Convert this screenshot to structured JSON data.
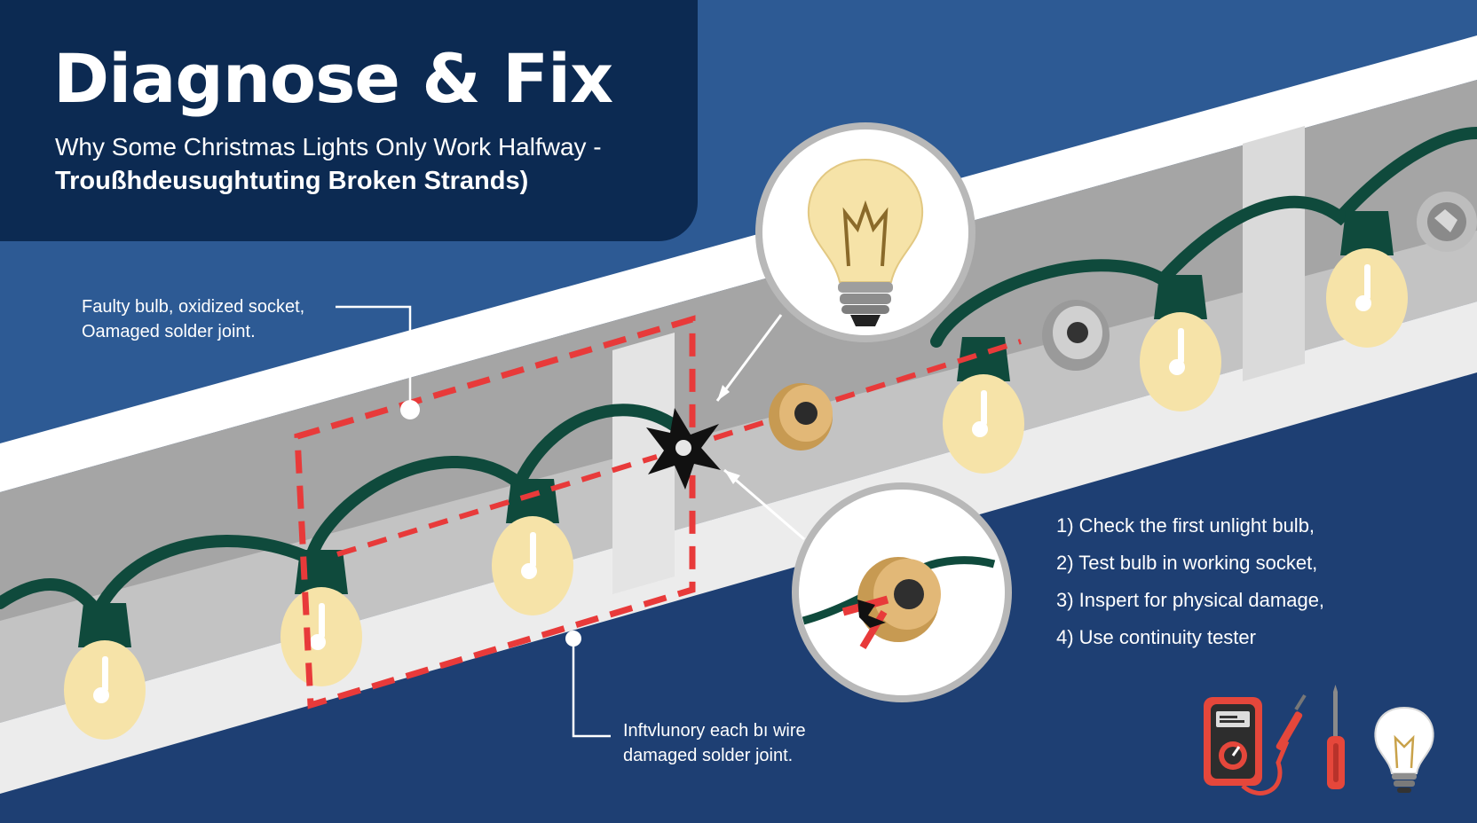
{
  "header": {
    "title": "Diagnose & Fix",
    "subtitle_line1": "Why Some Christmas Lights Only Work Halfway -",
    "subtitle_line2": "Troußhdeusughtuting Broken Strands)"
  },
  "callouts": {
    "top": {
      "line1": "Faulty bulb, oxidized socket,",
      "line2": "Oamaged solder joint."
    },
    "bottom": {
      "line1": "Inftvlunory each bı wire",
      "line2": "damaged solder joint."
    }
  },
  "steps": [
    "1) Check the first unlight bulb,",
    "2) Test bulb in working socket,",
    "3) Inspert for physical damage,",
    "4) Use continuity tester"
  ],
  "colors": {
    "background": "#2d5a94",
    "title_panel": "#0c2a52",
    "wire": "#0f4a3c",
    "bulb": "#f6e3a8",
    "fault_marker": "#e83a3a",
    "tool_red": "#e5473b"
  },
  "icons": [
    "lightbulb-zoom-icon",
    "broken-joint-icon",
    "socket-zoom-icon",
    "multimeter-icon",
    "probe-icon",
    "screwdriver-icon",
    "lightbulb-icon"
  ]
}
